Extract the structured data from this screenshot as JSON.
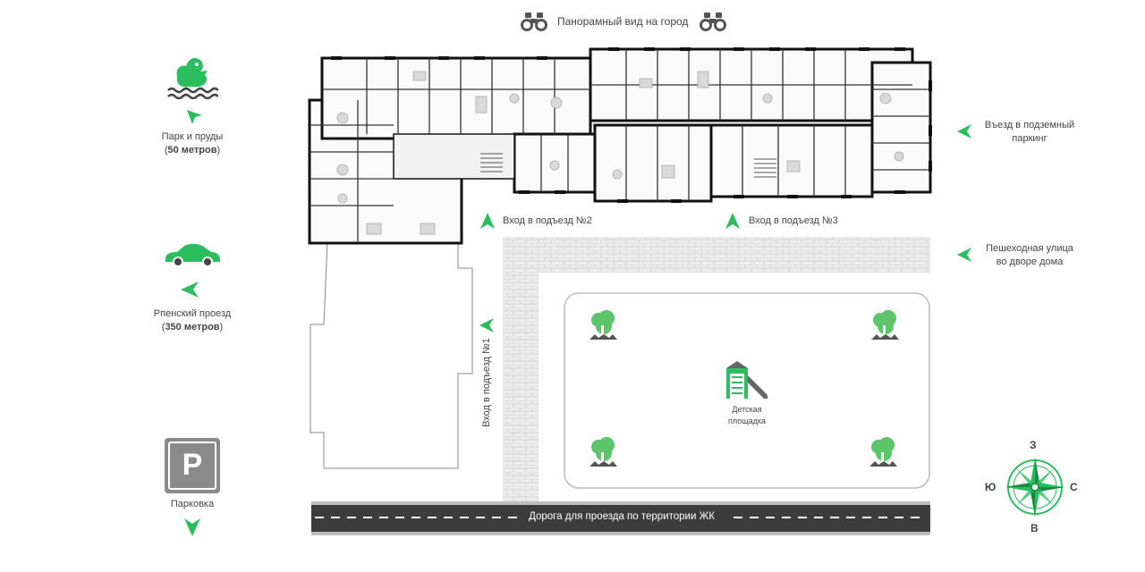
{
  "top": {
    "panorama_label": "Панорамный вид на город"
  },
  "left": {
    "park_label": "Парк и пруды",
    "park_distance": "50 метров",
    "road_label": "Рпенский проезд",
    "road_distance": "350 метров",
    "parking_label": "Парковка",
    "parking_letter": "P"
  },
  "entrances": {
    "entrance1": "Вход в подъезд №1",
    "entrance2": "Вход в подъезд №2",
    "entrance3": "Вход в подъезд №3"
  },
  "right": {
    "underground_parking": "Въезд в подземный паркинг",
    "pedestrian_street": "Пешеходная улица во дворе дома"
  },
  "yard": {
    "playground_label": "Детская площадка"
  },
  "road": {
    "label": "Дорога для проезда по территории ЖК"
  },
  "compass": {
    "north": "З",
    "south": "В",
    "west": "Ю",
    "east": "С"
  },
  "colors": {
    "accent": "#2bbd5e",
    "building_line": "#111111",
    "road": "#3c3c3c",
    "paving": "#e6e6e6"
  }
}
